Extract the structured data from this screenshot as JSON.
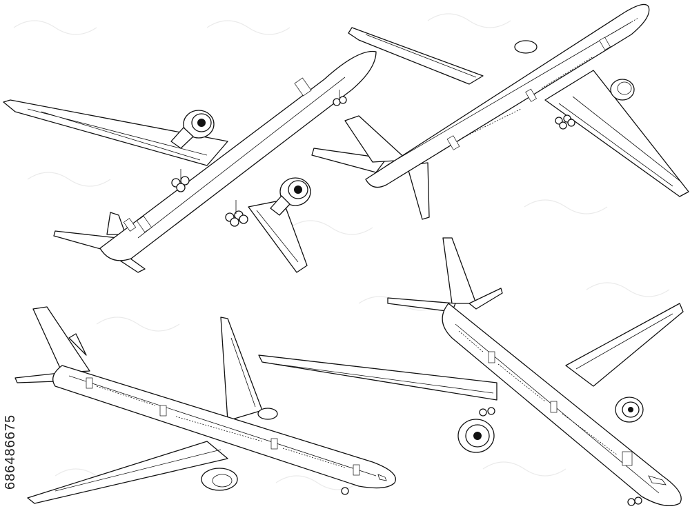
{
  "stock_id": "686486675",
  "colors": {
    "line": "#111111",
    "paper": "#ffffff",
    "watermark": "#dcdcdc"
  },
  "illustrations": [
    {
      "name": "airliner-bottom-view",
      "icon": "airplane-icon"
    },
    {
      "name": "airliner-top-rear-view",
      "icon": "airplane-icon"
    },
    {
      "name": "airliner-side-top-view",
      "icon": "airplane-icon"
    },
    {
      "name": "airliner-front-top-view",
      "icon": "airplane-icon"
    }
  ]
}
